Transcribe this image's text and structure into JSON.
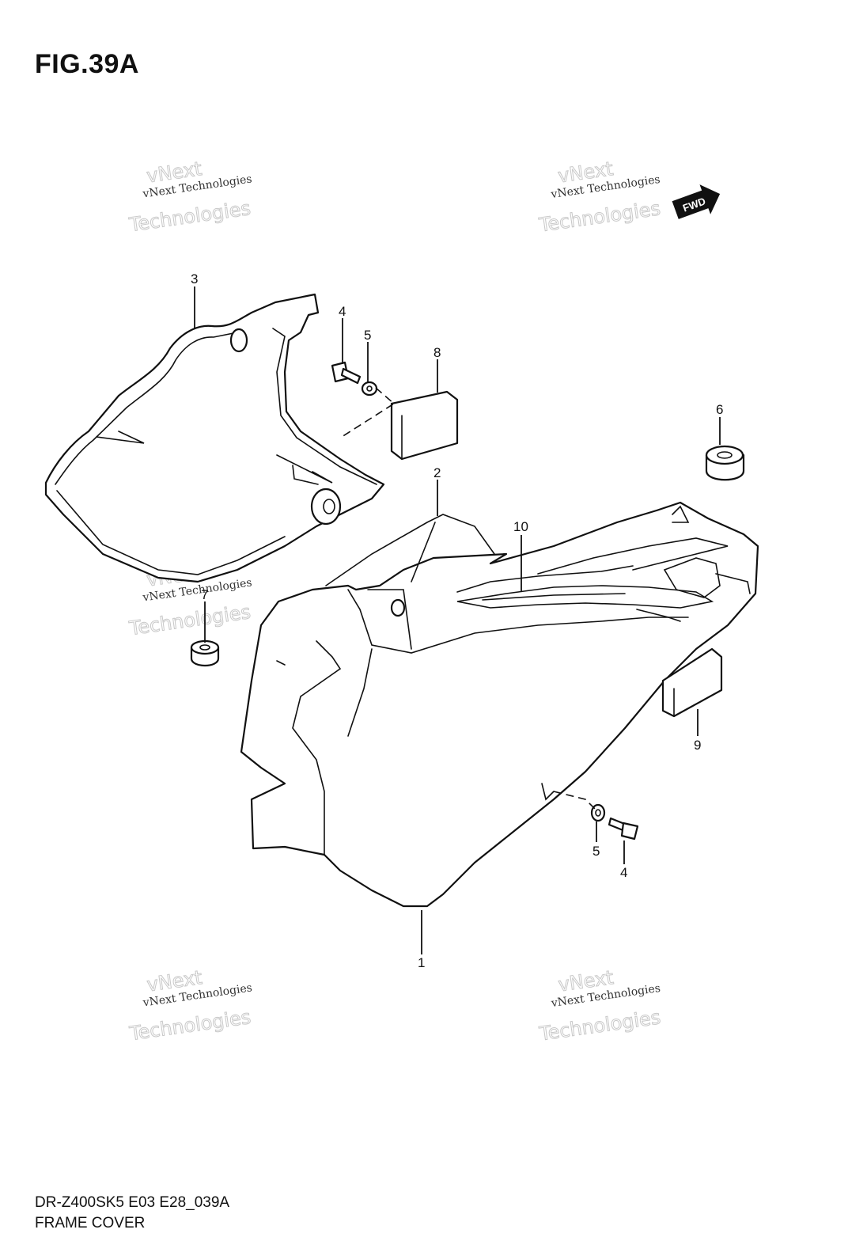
{
  "figure": {
    "title": "FIG.39A",
    "code": "DR-Z400SK5 E03 E28_039A",
    "name": "FRAME COVER"
  },
  "fwd_badge": "FWD",
  "watermarks": {
    "line1": "vNext Technologies",
    "line2": "vNext",
    "line3": "Technologies"
  },
  "callouts": {
    "c1": "1",
    "c2": "2",
    "c3": "3",
    "c4a": "4",
    "c4b": "4",
    "c5a": "5",
    "c5b": "5",
    "c6": "6",
    "c7": "7",
    "c8": "8",
    "c9": "9",
    "c10": "10"
  }
}
